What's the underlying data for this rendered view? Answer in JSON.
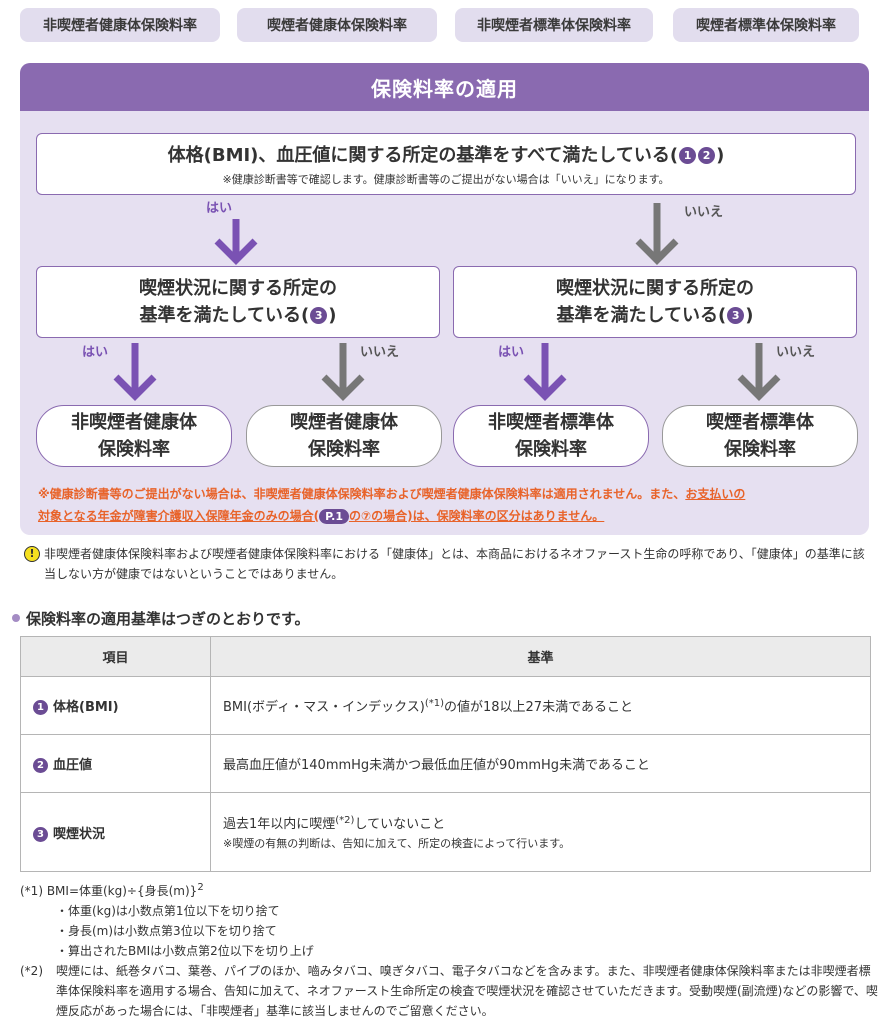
{
  "tabs": [
    "非喫煙者健康体保険料率",
    "喫煙者健康体保険料率",
    "非喫煙者標準体保険料率",
    "喫煙者標準体保険料率"
  ],
  "panel": {
    "title": "保険料率の適用",
    "q1": {
      "title": "体格(BMI)、血圧値に関する所定の基準をすべて満たしている",
      "title_open": "(",
      "title_close": ")",
      "n1": "1",
      "n2": "2",
      "note": "※健康診断書等で確認します。健康診断書等のご提出がない場合は「いいえ」になります。"
    },
    "yes": "はい",
    "no": "いいえ",
    "q2": {
      "line1": "喫煙状況に関する所定の",
      "line2": "基準を満たしている",
      "open": "(",
      "close": ")",
      "n3": "3"
    },
    "results": [
      {
        "line1": "非喫煙者健康体",
        "line2": "保険料率"
      },
      {
        "line1": "喫煙者健康体",
        "line2": "保険料率"
      },
      {
        "line1": "非喫煙者標準体",
        "line2": "保険料率"
      },
      {
        "line1": "喫煙者標準体",
        "line2": "保険料率"
      }
    ],
    "note_a": "※健康診断書等のご提出がない場合は、非喫煙者健康体保険料率および喫煙者健康体保険料率は適用されません。また、",
    "note_b": "お支払いの",
    "note_c": "対象となる年金が障害介護収入保障年金のみの場合(",
    "note_page": "P.1",
    "note_d": "の⑦の場合)は、保険料率の区分はありません。"
  },
  "caution": {
    "icon": "!",
    "text": "非喫煙者健康体保険料率および喫煙者健康体保険料率における「健康体」とは、本商品におけるネオファースト生命の呼称であり、「健康体」の基準に該当しない方が健康ではないということではありません。"
  },
  "section_title": "保険料率の適用基準はつぎのとおりです。",
  "table": {
    "headers": [
      "項目",
      "基準"
    ],
    "rows": [
      {
        "n": "1",
        "item": "体格(BMI)",
        "c1": "BMI(ボディ・マス・インデックス)",
        "sup": "(*1)",
        "c2": "の値が18以上27未満であること"
      },
      {
        "n": "2",
        "item": "血圧値",
        "c1": "最高血圧値が140mmHg未満かつ最低血圧値が90mmHg未満であること"
      },
      {
        "n": "3",
        "item": "喫煙状況",
        "c1": "過去1年以内に喫煙",
        "sup": "(*2)",
        "c2": "していないこと",
        "note": "※喫煙の有無の判断は、告知に加えて、所定の検査によって行います。"
      }
    ]
  },
  "footnotes": {
    "f1": "(*1) BMI=体重(kg)÷{身長(m)}",
    "f1_sup": "2",
    "f1_items": [
      "・体重(kg)は小数点第1位以下を切り捨て",
      "・身長(m)は小数点第3位以下を切り捨て",
      "・算出されたBMIは小数点第2位以下を切り上げ"
    ],
    "f2_key": "(*2)",
    "f2": "喫煙には、紙巻タバコ、葉巻、パイプのほか、嚙みタバコ、嗅ぎタバコ、電子タバコなどを含みます。また、非喫煙者健康体保険料率または非喫煙者標準体保険料率を適用する場合、告知に加えて、ネオファースト生命所定の検査で喫煙状況を確認させていただきます。受動喫煙(副流煙)などの影響で、喫煙反応があった場合には、「非喫煙者」基準に該当しませんのでご留意ください。"
  },
  "colors": {
    "purple": "#8a6ab0",
    "dark_purple": "#6b4c94",
    "panel_bg": "#e6e0f1",
    "orange": "#e8632a",
    "gray_arrow": "#777777"
  }
}
